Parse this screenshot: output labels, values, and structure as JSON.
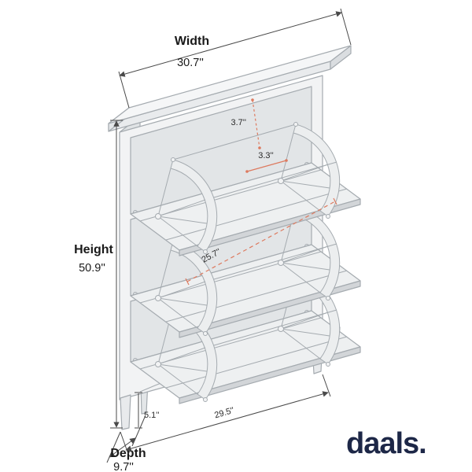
{
  "annotations": {
    "width": {
      "label": "Width",
      "value": "30.7''"
    },
    "height": {
      "label": "Height",
      "value": "50.9''"
    },
    "depth": {
      "label": "Depth",
      "value": "9.7''"
    },
    "leg_height": {
      "value": "5.1''"
    },
    "base_width": {
      "value": "29.5''"
    },
    "internal_width": {
      "value": "25.7''"
    },
    "top_gap": {
      "value": "3.7''"
    },
    "slot_gap": {
      "value": "3.3''"
    }
  },
  "brand": {
    "logo": "daals."
  },
  "colors": {
    "accent": "#DD7A5F",
    "logo": "#1D2747",
    "cabinet_line": "#A5ABB0",
    "dimension_line": "#4A4A4A"
  }
}
